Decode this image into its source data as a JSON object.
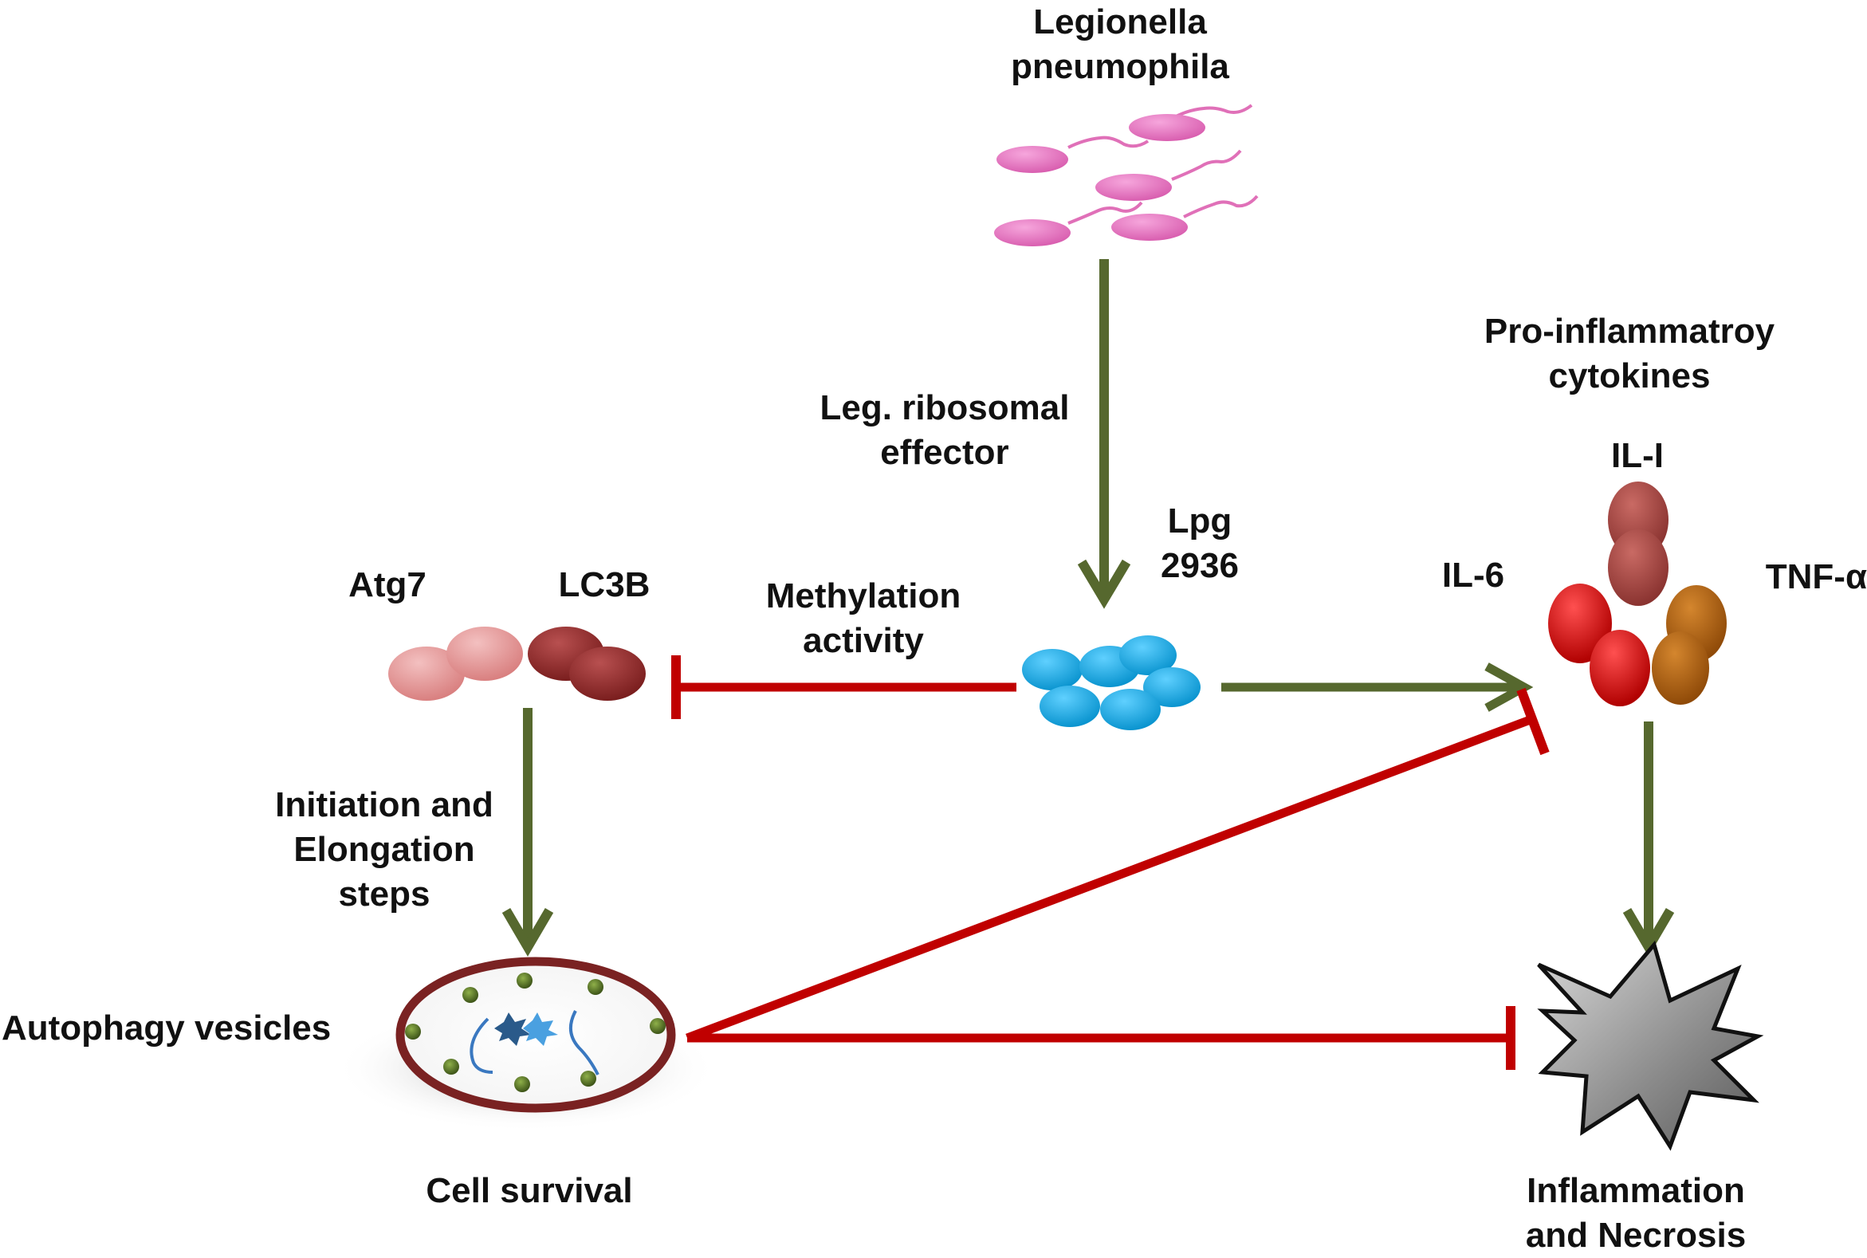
{
  "labels": {
    "legionella_l1": "Legionella",
    "legionella_l2": "pneumophila",
    "effector_l1": "Leg. ribosomal",
    "effector_l2": "effector",
    "lpg_l1": "Lpg",
    "lpg_l2": "2936",
    "methylation_l1": "Methylation",
    "methylation_l2": "activity",
    "atg7": "Atg7",
    "lc3b": "LC3B",
    "initiation_l1": "Initiation and",
    "initiation_l2": "Elongation",
    "initiation_l3": "steps",
    "autophagy": "Autophagy vesicles",
    "cell_survival": "Cell survival",
    "cytokines_l1": "Pro-inflammatroy",
    "cytokines_l2": "cytokines",
    "il1": "IL-I",
    "il6": "IL-6",
    "tnf": "TNF-α",
    "inflammation_l1": "Inflammation",
    "inflammation_l2": "and Necrosis"
  },
  "colors": {
    "activation": "#56682e",
    "inhibition": "#c00000",
    "bacteria": "#e070b8",
    "lpg_protein": "#12a8e0",
    "atg7": "#e29a9a",
    "lc3b": "#8b2a2a",
    "il1": "#a0413c",
    "il6": "#cc1010",
    "tnf": "#a85a10",
    "vesicle_rim": "#7a2222",
    "necrosis": "#8a8a8a"
  },
  "edges": [
    {
      "from": "legionella-pneumophila",
      "to": "lpg2936",
      "type": "activation"
    },
    {
      "from": "lpg2936",
      "to": "atg7-lc3b",
      "type": "inhibition"
    },
    {
      "from": "lpg2936",
      "to": "cytokines",
      "type": "activation"
    },
    {
      "from": "atg7-lc3b",
      "to": "autophagy-vesicle",
      "type": "activation"
    },
    {
      "from": "cytokines",
      "to": "inflammation-necrosis",
      "type": "activation"
    },
    {
      "from": "autophagy-vesicle",
      "to": "cytokines",
      "type": "inhibition"
    },
    {
      "from": "autophagy-vesicle",
      "to": "inflammation-necrosis",
      "type": "inhibition"
    }
  ]
}
